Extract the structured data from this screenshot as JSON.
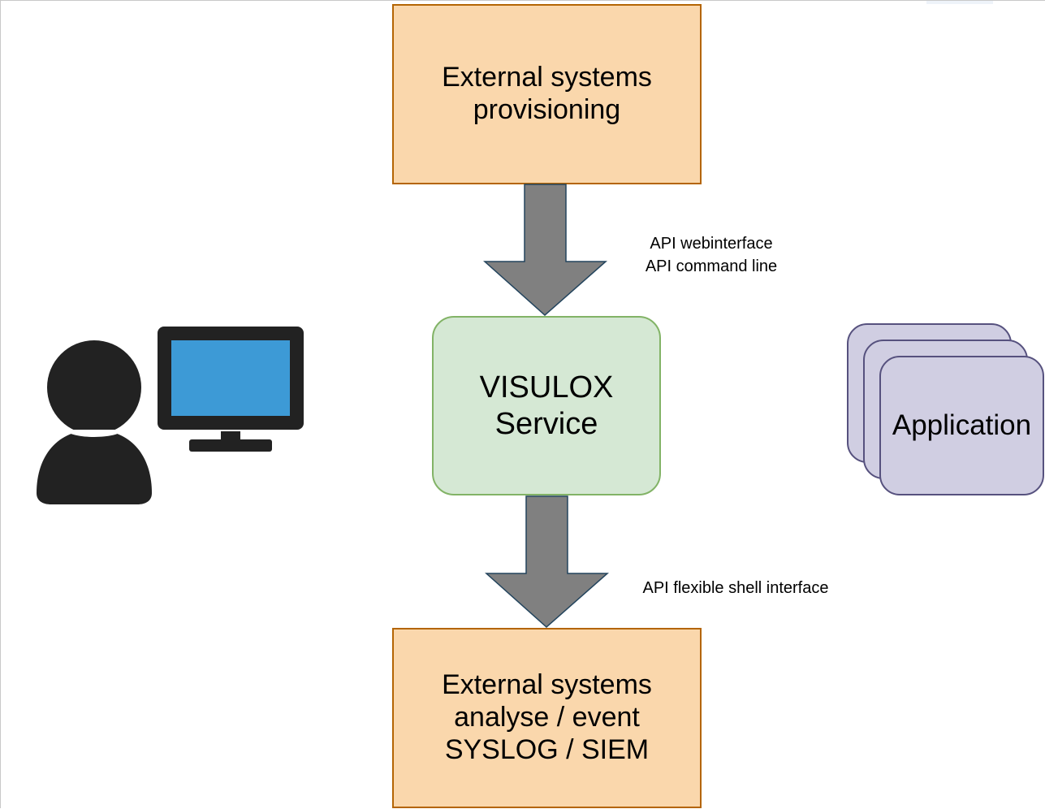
{
  "nodes": {
    "provisioning": {
      "label": "External systems\nprovisioning",
      "fill": "#fad7ac",
      "stroke": "#b46504"
    },
    "visulox": {
      "label": "VISULOX\nService",
      "fill": "#d5e8d4",
      "stroke": "#82b366"
    },
    "analyse": {
      "label": "External systems\nanalyse / event\nSYSLOG / SIEM",
      "fill": "#fad7ac",
      "stroke": "#b46504"
    },
    "applications": {
      "label": "Application",
      "fill": "#d0cee2",
      "stroke": "#56517e"
    }
  },
  "edges": {
    "top": {
      "line1": "API webinterface",
      "line2": "API command line"
    },
    "bottom": {
      "line1": "API flexible shell interface"
    },
    "arrow_color": "#808080"
  },
  "icons": {
    "user": "user-silhouette-icon",
    "monitor": "monitor-icon"
  }
}
